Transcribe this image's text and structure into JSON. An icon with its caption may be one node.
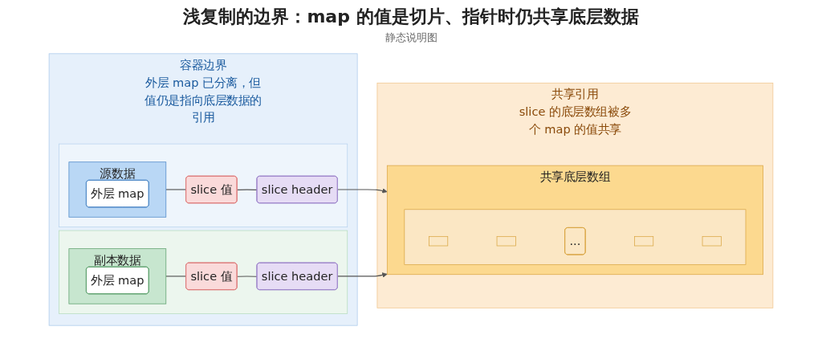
{
  "diagram": {
    "title": "浅复制的边界：map 的值是切片、指针时仍共享底层数据",
    "nodes": [
      {
        "text": [
          "容器边界",
          "外层 map 已分离，但值仍是指向底层数据的引用"
        ]
      },
      {
        "text": [],
        "shape": "box",
        "in": 0
      },
      {
        "text": [
          "源数据"
        ],
        "in": 1
      },
      {
        "text": [
          "外层 map"
        ],
        "in": 2
      },
      {
        "text": [
          "slice 值"
        ],
        "in": 1
      },
      {
        "text": [
          "slice header"
        ],
        "in": 1
      },
      {
        "text": [],
        "shape": "box",
        "in": 0
      },
      {
        "text": [
          "副本数据"
        ],
        "in": 6
      },
      {
        "text": [
          "外层 map"
        ],
        "in": 7
      },
      {
        "text": [
          "slice 值"
        ],
        "in": 6
      },
      {
        "text": [
          "slice header"
        ],
        "in": 6
      },
      {
        "text": [
          "共享引用",
          "slice 的底层数组被多个 map 的值共享"
        ]
      },
      {
        "text": [
          "共享底层数组"
        ],
        "in": 11
      },
      {
        "text": [],
        "shape": "box",
        "in": 12
      },
      {
        "text": [],
        "shape": "box",
        "in": 13
      },
      {
        "text": [],
        "shape": "box",
        "in": 13
      },
      {
        "text": [
          "..."
        ],
        "in": 13
      },
      {
        "text": [],
        "shape": "box",
        "in": 13
      },
      {
        "text": [],
        "shape": "box",
        "in": 13
      }
    ],
    "edges": [
      {
        "from": 2,
        "to": 4,
        "arrow": "none"
      },
      {
        "from": 4,
        "to": 5,
        "arrow": "none"
      },
      {
        "from": 5,
        "to": 12,
        "arrow": "to"
      },
      {
        "from": 7,
        "to": 9,
        "arrow": "none"
      },
      {
        "from": 9,
        "to": 10,
        "arrow": "none"
      },
      {
        "from": 10,
        "to": 12,
        "arrow": "to"
      }
    ],
    "labels": [
      "静态说明图"
    ]
  }
}
